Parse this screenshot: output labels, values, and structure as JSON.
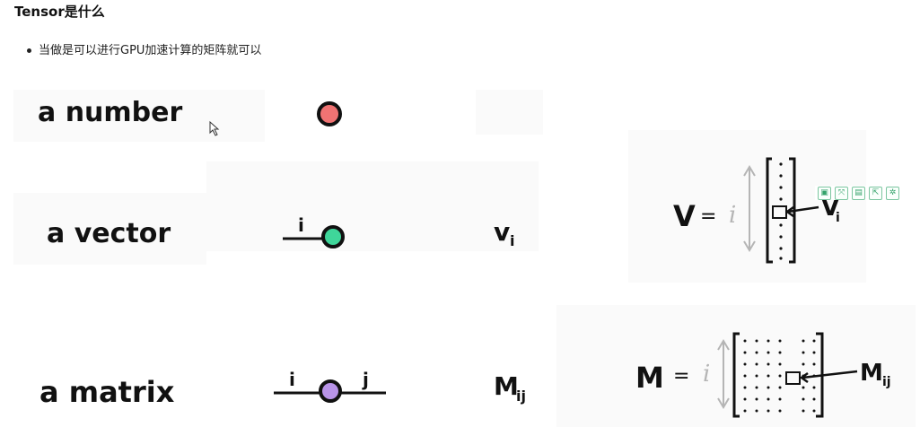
{
  "heading": "Tensor是什么",
  "bullet": "当做是可以进行GPU加速计算的矩阵就可以",
  "figure": {
    "rows": [
      {
        "label": "a number"
      },
      {
        "label": "a vector",
        "index_label": "i",
        "notation": "vi",
        "notation_sub": "i",
        "notation_main": "v"
      },
      {
        "label": "a matrix",
        "index_i": "i",
        "index_j": "j",
        "notation_main": "M",
        "notation_sub": "ij"
      }
    ],
    "vector_diagram": {
      "lhs": "V",
      "eq": "=",
      "dim": "i",
      "pointer": "V",
      "pointer_sub": "i"
    },
    "matrix_diagram": {
      "lhs": "M",
      "eq": "=",
      "dim": "i",
      "pointer": "M",
      "pointer_sub": "ij"
    },
    "colors": {
      "number_dot": "#f07373",
      "vector_dot": "#3fd69a",
      "matrix_dot": "#b994e8",
      "gray_ink": "#b5b5b5"
    }
  },
  "toolbar": {
    "icons": [
      "save-icon",
      "expand-icon",
      "copy-icon",
      "share-icon",
      "settings-icon"
    ],
    "glyphs": [
      "▣",
      "⤧",
      "▤",
      "⇱",
      "✲"
    ]
  }
}
